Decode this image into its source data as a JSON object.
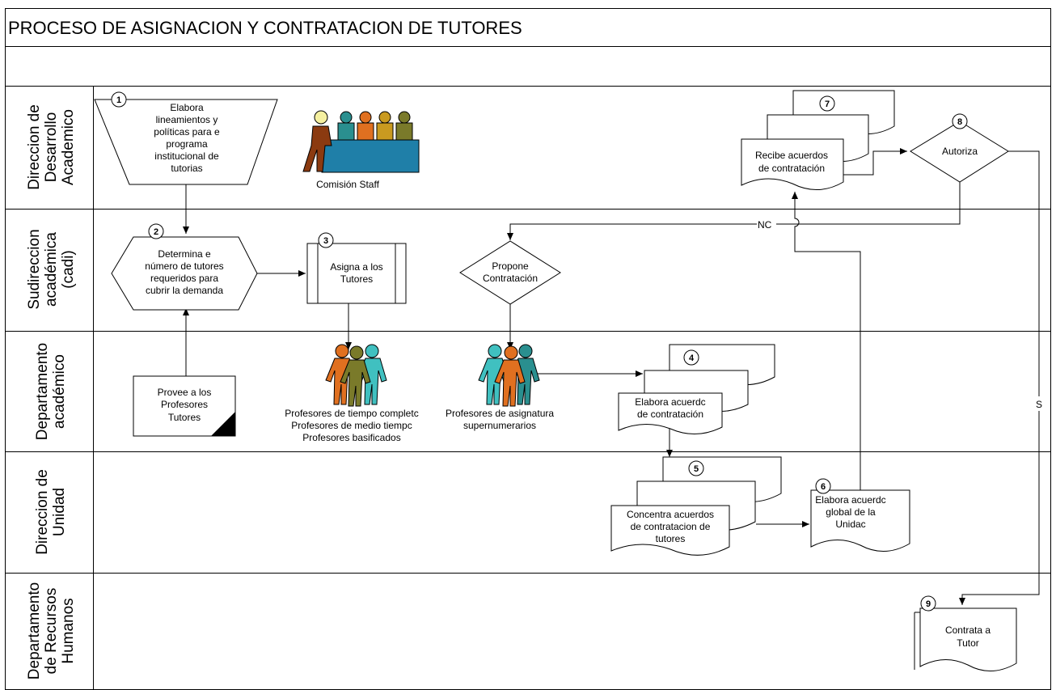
{
  "title": "PROCESO DE ASIGNACION Y CONTRATACION DE  TUTORES",
  "lanes": [
    {
      "line1": "Direccion de",
      "line2": "Desarrollo",
      "line3": "Academico"
    },
    {
      "line1": "Sudireccion",
      "line2": "académica",
      "line3": "(cadi)"
    },
    {
      "line1": "Departamento",
      "line2": "académico",
      "line3": ""
    },
    {
      "line1": "Direccion de",
      "line2": "Unidad",
      "line3": ""
    },
    {
      "line1": "Departamento",
      "line2": "de Recursos",
      "line3": "Humanos"
    }
  ],
  "steps": {
    "s1": {
      "num": "1",
      "l1": "Elabora",
      "l2": "lineamientos y",
      "l3": "políticas para e",
      "l4": "programa",
      "l5": "institucional de",
      "l6": "tutorias"
    },
    "staff": {
      "label": "Comisión Staff"
    },
    "s2": {
      "num": "2",
      "l1": "Determina e",
      "l2": "número de tutores",
      "l3": "requeridos para",
      "l4": "cubrir la demanda"
    },
    "s3": {
      "num": "3",
      "l1": "Asigna a los",
      "l2": "Tutores"
    },
    "propone": {
      "l1": "Propone",
      "l2": "Contratación"
    },
    "provee": {
      "l1": "Provee a los",
      "l2": "Profesores",
      "l3": "Tutores"
    },
    "profA": {
      "l1": "Profesores de tiempo completc",
      "l2": "Profesores de medio tiempc",
      "l3": "Profesores basificados"
    },
    "profB": {
      "l1": "Profesores  de asignatura",
      "l2": "supernumerarios"
    },
    "s4": {
      "num": "4",
      "l1": "Elabora acuerdc",
      "l2": "de contratación"
    },
    "s5": {
      "num": "5",
      "l1": "Concentra acuerdos",
      "l2": "de contratacion de",
      "l3": "tutores"
    },
    "s6": {
      "num": "6",
      "l1": "Elabora acuerdc",
      "l2": "global de la",
      "l3": "Unidac"
    },
    "s7": {
      "num": "7",
      "l1": "Recibe acuerdos",
      "l2": "de contratación"
    },
    "s8": {
      "num": "8",
      "l1": "Autoriza"
    },
    "s9": {
      "num": "9",
      "l1": "Contrata a",
      "l2": "Tutor"
    }
  },
  "flows": {
    "no": "NC",
    "si": "S"
  },
  "colors": {
    "teal": "#2a8f8f",
    "orange": "#e07020",
    "olive": "#7a7a2a",
    "brown": "#8b3a10",
    "blue": "#1f7fa8",
    "cyan": "#40c0c0"
  }
}
